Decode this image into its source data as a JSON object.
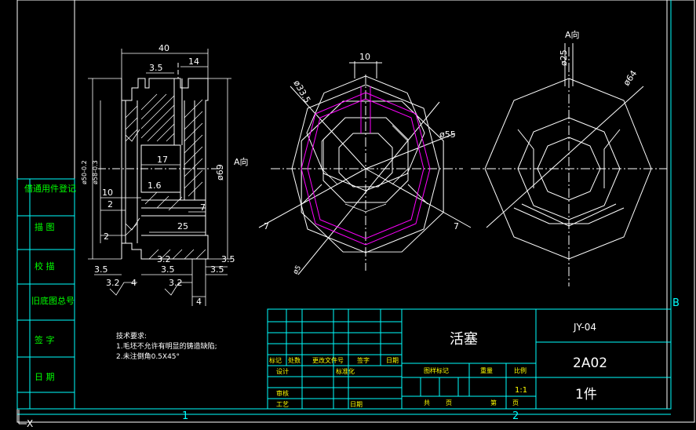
{
  "drawing": {
    "part_name": "活塞",
    "drawing_code": "JY-04",
    "part_number": "2A02",
    "quantity": "1件",
    "scale": "1:1",
    "zone_label_b": "B",
    "zone_label_1": "1",
    "zone_label_2": "2",
    "ucs_x": "X"
  },
  "side_block": {
    "items": [
      "借通用件登记",
      "描 图",
      "校 描",
      "旧底图总号",
      "签 字",
      "日 期"
    ]
  },
  "notes": {
    "title": "技术要求:",
    "line1": "1.毛坯不允许有明显的铸造缺陷;",
    "line2": "2.未注倒角0.5X45°"
  },
  "title_block": {
    "headers": [
      "标记",
      "处数",
      "更改文件号",
      "签字",
      "日期"
    ],
    "design": "设计",
    "standard": "标准化",
    "review": "审核",
    "process": "工艺",
    "date": "日期",
    "stage_mark": "图样标记",
    "weight": "重量",
    "ratio": "比例",
    "total": "共",
    "sheet_unit": "页",
    "sheet_no": "第",
    "sheet_unit2": "页"
  },
  "dimensions": {
    "width_40": "40",
    "d_3_5": "3.5",
    "d_14": "14",
    "d_17": "17",
    "d_10": "10",
    "d_1_6": "1.6",
    "d_2": "2",
    "d_7": "7",
    "d_25": "25",
    "d_3_5b": "3.5",
    "d_3_5c": "3.5",
    "d_3_5d": "3.5",
    "d_3_2": "3.2",
    "d_3_2b": "3.2",
    "d_3_2c": "3.2",
    "d_4": "4",
    "d_4b": "4",
    "d_phi69": "ø69",
    "view_a": "A向",
    "view_a2": "A向",
    "top_10": "10",
    "phi33_5": "ø33.5",
    "phi55": "ø55",
    "phi64": "ø64",
    "phi25": "ø25",
    "left_dia1": "ø50-0.2",
    "left_dia2": "ø58-0.3",
    "r_7": "7",
    "r_7b": "7",
    "phi_small": "ø5"
  },
  "colors": {
    "background": "#000000",
    "frame": "#ffffff",
    "table": "#00ffff",
    "label": "#00ff00",
    "accent": "#ff00ff",
    "hatch": "#ffffff",
    "title_text": "#ffff00"
  }
}
